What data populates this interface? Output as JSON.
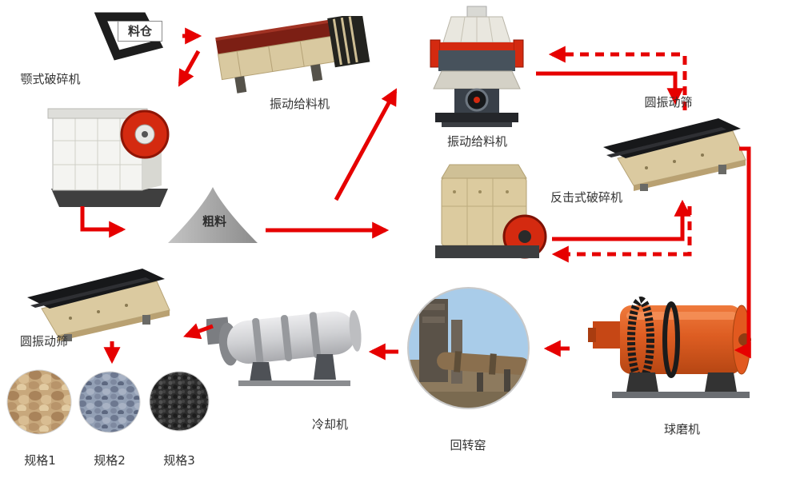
{
  "diagram": {
    "title": "",
    "colors": {
      "arrow": "#e60000",
      "label_text": "#333333"
    },
    "nodes": {
      "hopper": {
        "label": "料仓"
      },
      "feeder_top": {
        "label": "振动给料机"
      },
      "jaw_crusher": {
        "label": "颚式破碎机"
      },
      "coarse_material": {
        "label": "粗料"
      },
      "cone_crusher": {
        "label": "振动给料机"
      },
      "screen_right": {
        "label": "圆振动筛"
      },
      "impact_crusher": {
        "label": "反击式破碎机"
      },
      "ball_mill": {
        "label": "球磨机"
      },
      "rotary_kiln": {
        "label": "回转窑"
      },
      "cooler": {
        "label": "冷却机"
      },
      "screen_left": {
        "label": "圆振动筛"
      },
      "product1": {
        "label": "规格1"
      },
      "product2": {
        "label": "规格2"
      },
      "product3": {
        "label": "规格3"
      }
    }
  }
}
